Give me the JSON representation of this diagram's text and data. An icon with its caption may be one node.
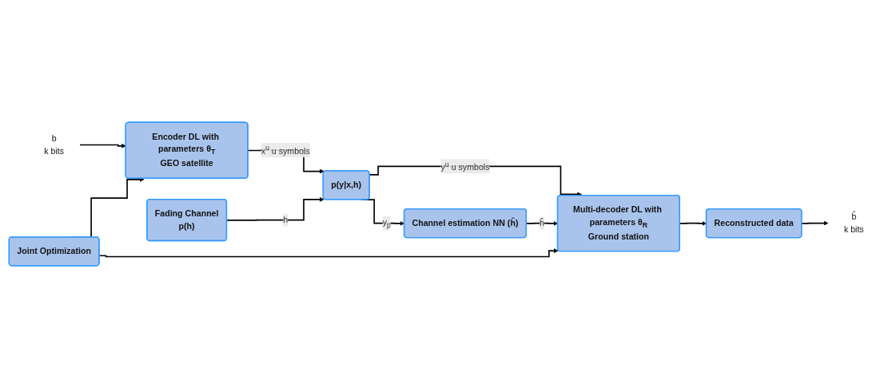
{
  "diagram": {
    "nodes": [
      {
        "text": [
          "b",
          "k bits"
        ]
      },
      {
        "text": [
          "Encoder DL with parameters θ$_{T}$",
          "GEO satellite"
        ]
      },
      {
        "text": [
          "Fading Channel",
          "p(h)"
        ]
      },
      {
        "text": [
          "p(y|x,h)"
        ]
      },
      {
        "text": [
          "Channel estimation NN (ĥ)"
        ]
      },
      {
        "text": [
          "Multi-decoder DL with parameters θ$_{R}$",
          "Ground station"
        ]
      },
      {
        "text": [
          "Reconstructed data"
        ]
      },
      {
        "text": [
          "b̂",
          "k bits"
        ]
      },
      {
        "text": [
          "Joint Optimization"
        ]
      }
    ],
    "edges": [
      {
        "from": 0,
        "to": 1,
        "arrow": "to"
      },
      {
        "from": 1,
        "to": 3,
        "arrow": "to",
        "label": "x$^{u}$ u symbols"
      },
      {
        "from": 2,
        "to": 3,
        "arrow": "to",
        "label": "h"
      },
      {
        "from": 3,
        "to": 5,
        "arrow": "to",
        "label": "y$^{u}$ u symbols"
      },
      {
        "from": 3,
        "to": 4,
        "arrow": "to",
        "label": "y$_{p}$"
      },
      {
        "from": 4,
        "to": 5,
        "arrow": "to",
        "label": "ĥ"
      },
      {
        "from": 5,
        "to": 6,
        "arrow": "to"
      },
      {
        "from": 6,
        "to": 7,
        "arrow": "to"
      },
      {
        "from": 8,
        "to": 1,
        "arrow": "to"
      },
      {
        "from": 8,
        "to": 5,
        "arrow": "to"
      }
    ]
  }
}
